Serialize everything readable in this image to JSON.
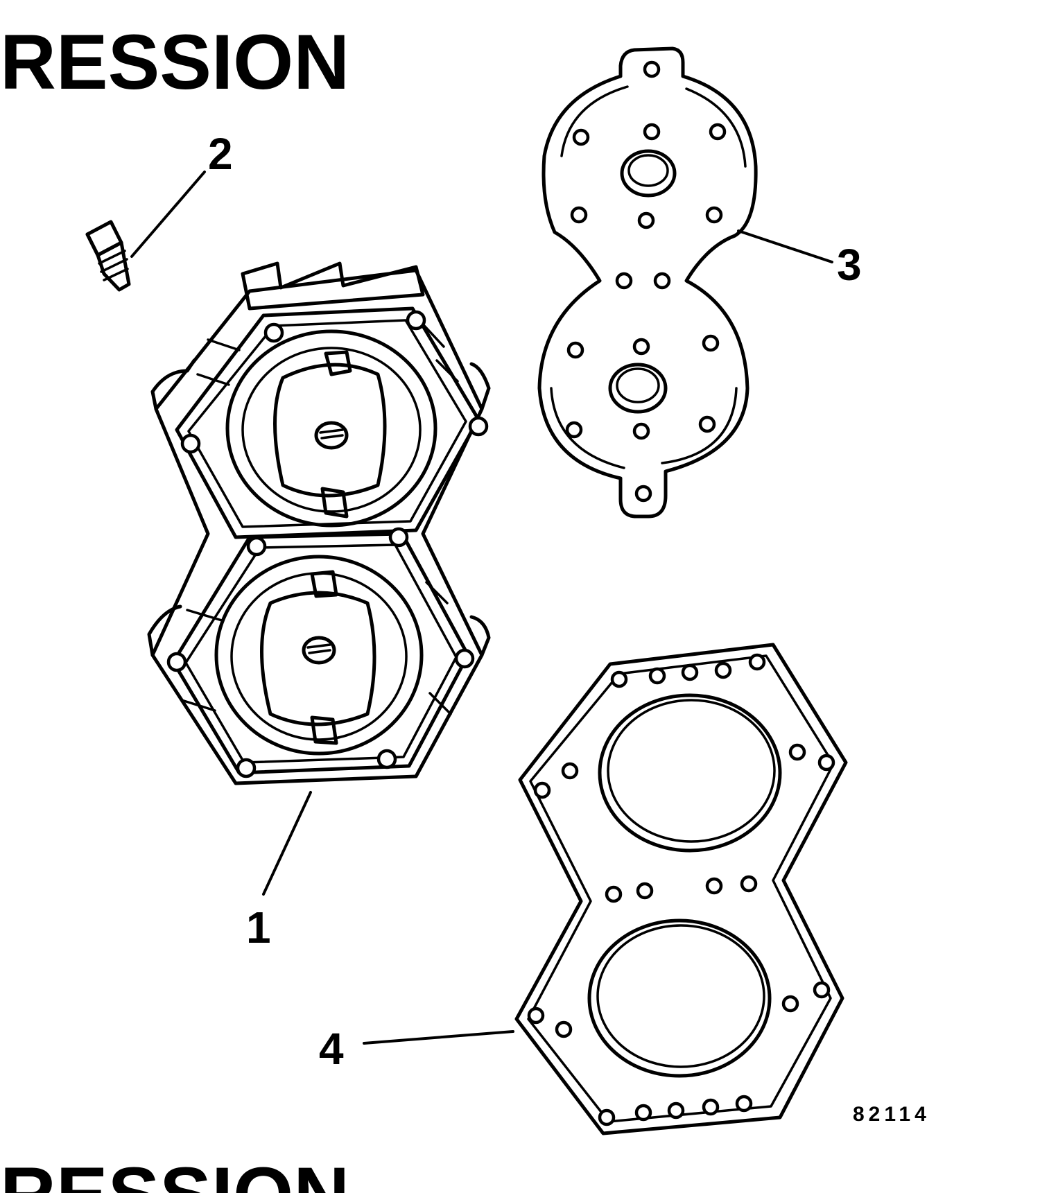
{
  "headings": {
    "top": "RESSION",
    "bottom": "RESSION"
  },
  "callouts": {
    "part_1": "1",
    "part_2": "2",
    "part_3": "3",
    "part_4": "4"
  },
  "figure_number": "82114",
  "colors": {
    "ink": "#000000",
    "paper": "#ffffff"
  }
}
